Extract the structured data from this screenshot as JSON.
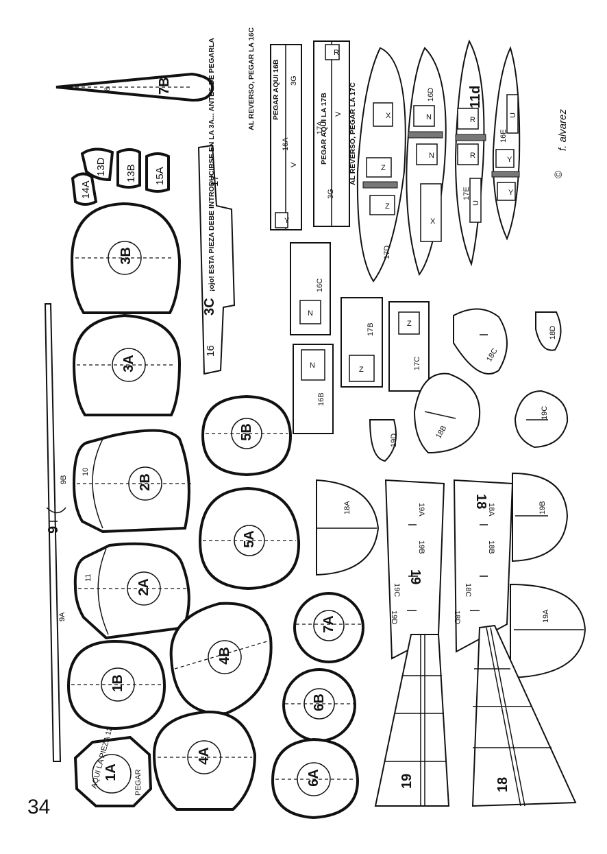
{
  "page_number": "34",
  "signature": "f. alvarez",
  "copyright": "©",
  "strip_labels": {
    "part7b": "7B",
    "part8": "8",
    "part9": "9",
    "part9a": "9A",
    "part9b": "9B",
    "part10": "10",
    "part11": "11",
    "part16": "16",
    "part17": "17",
    "part3c": "3C"
  },
  "notes": {
    "note3c": "¡ojo! ESTA PIEZA DEBE INTRODUCIRSE EN LA 3A... ANTES DE PEGARLA",
    "note16c": "AL REVERSO, PEGAR LA 16C",
    "note17c": "AL REVERSO, PEGAR LA 17C",
    "note16b": "PEGAR AQUI 16B",
    "note17b": "PEGAR AQUI LA 17B",
    "note1a": "AQUI LA PIEZA 12",
    "note1a_pegar": "PEGAR"
  },
  "formers": {
    "f1a": "1A",
    "f1b": "1B",
    "f2a": "2A",
    "f2b": "2B",
    "f3a": "3A",
    "f3b": "3B",
    "f4a": "4A",
    "f4b": "4B",
    "f5a": "5A",
    "f5b": "5B",
    "f6a": "6A",
    "f6b": "6B",
    "f7a": "7A"
  },
  "small_parts": {
    "p13b": "13B",
    "p13d": "13D",
    "p14a": "14A",
    "p15a": "15A"
  },
  "wing_parts": {
    "p16a": "16A",
    "p16b": "16B",
    "p16c": "16C",
    "p16d": "16D",
    "p16e": "16E",
    "p17a": "17A",
    "p17b": "17B",
    "p17c": "17C",
    "p17d": "17D",
    "p17e": "17E",
    "p18": "18",
    "p18a": "18A",
    "p18b": "18B",
    "p18c": "18C",
    "p18d": "18D",
    "p19": "19",
    "p19a": "19A",
    "p19b": "19B",
    "p19c": "19C",
    "p19d": "19D",
    "p11d": "11d",
    "p3g": "3G"
  },
  "tab_letters": {
    "x": "X",
    "n": "N",
    "z": "Z",
    "r": "R",
    "y": "Y",
    "v": "V",
    "u": "U"
  }
}
